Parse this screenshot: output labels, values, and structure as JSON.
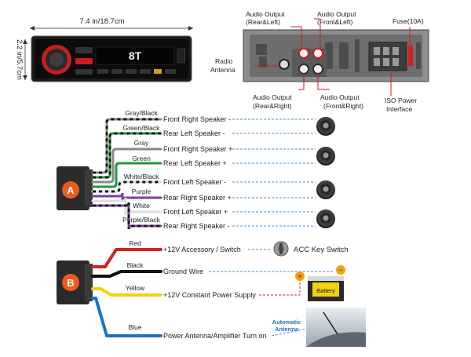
{
  "dimensions": {
    "width": "7.4 in/18.7cm",
    "height": "2.2 in/5.7cm"
  },
  "display": {
    "screen_text": "8T"
  },
  "rear_panel": {
    "audio_out_rl": [
      "Audio Output",
      "(Rear&Left)"
    ],
    "audio_out_fl": [
      "Audio Output",
      "(Front&Left)"
    ],
    "audio_out_rr": [
      "Audio Output",
      "(Rear&Right)"
    ],
    "audio_out_fr": [
      "Audio Output",
      "(Front&Right)"
    ],
    "radio_antenna": [
      "Radio",
      "Antenna"
    ],
    "fuse": "Fuse(10A)",
    "iso": [
      "ISO Power",
      "Interface"
    ]
  },
  "connector_a": {
    "label": "A",
    "wires": [
      {
        "color_name": "Gray/Black",
        "color": "#8a8a8a",
        "stripe": "#111111",
        "function": "Front Right Speaker -"
      },
      {
        "color_name": "Green/Black",
        "color": "#1f9a3a",
        "stripe": "#111111",
        "function": "Rear Left Speaker -"
      },
      {
        "color_name": "Gray",
        "color": "#8a8a8a",
        "stripe": "",
        "function": "Front Right Speaker +"
      },
      {
        "color_name": "Green",
        "color": "#1f9a3a",
        "stripe": "",
        "function": "Rear Left Speaker +"
      },
      {
        "color_name": "White/Black",
        "color": "#dddddd",
        "stripe": "#111111",
        "function": "Front Left Speaker -"
      },
      {
        "color_name": "Purple",
        "color": "#7b3f9e",
        "stripe": "",
        "function": "Rear Right Speaker +"
      },
      {
        "color_name": "White",
        "color": "#dddddd",
        "stripe": "",
        "function": "Front Left Speaker +"
      },
      {
        "color_name": "Purple/Black",
        "color": "#7b3f9e",
        "stripe": "#111111",
        "function": "Rear Right Speaker -"
      }
    ]
  },
  "connector_b": {
    "label": "B",
    "wires": [
      {
        "color_name": "Red",
        "color": "#d62020",
        "function": "+12V Accessory / Switch",
        "target": "ACC Key Switch"
      },
      {
        "color_name": "Black",
        "color": "#111111",
        "function": "Ground Wire",
        "target": ""
      },
      {
        "color_name": "Yellow",
        "color": "#f2d20f",
        "function": "+12V Constant Power Supply",
        "target": ""
      },
      {
        "color_name": "Blue",
        "color": "#1f6fc9",
        "function": "Power Antenna/Amplifier Turn on",
        "target": ""
      }
    ]
  },
  "battery": {
    "label": "Battery",
    "plus": "+",
    "minus": "−"
  },
  "antenna": [
    "Automatic",
    "Antenna"
  ],
  "colors": {
    "connector_orange": "#ef5a21",
    "dash_blue": "#4a8fd8",
    "dash_red": "#d62020",
    "wire_b_blue": "#1f6fc9"
  }
}
